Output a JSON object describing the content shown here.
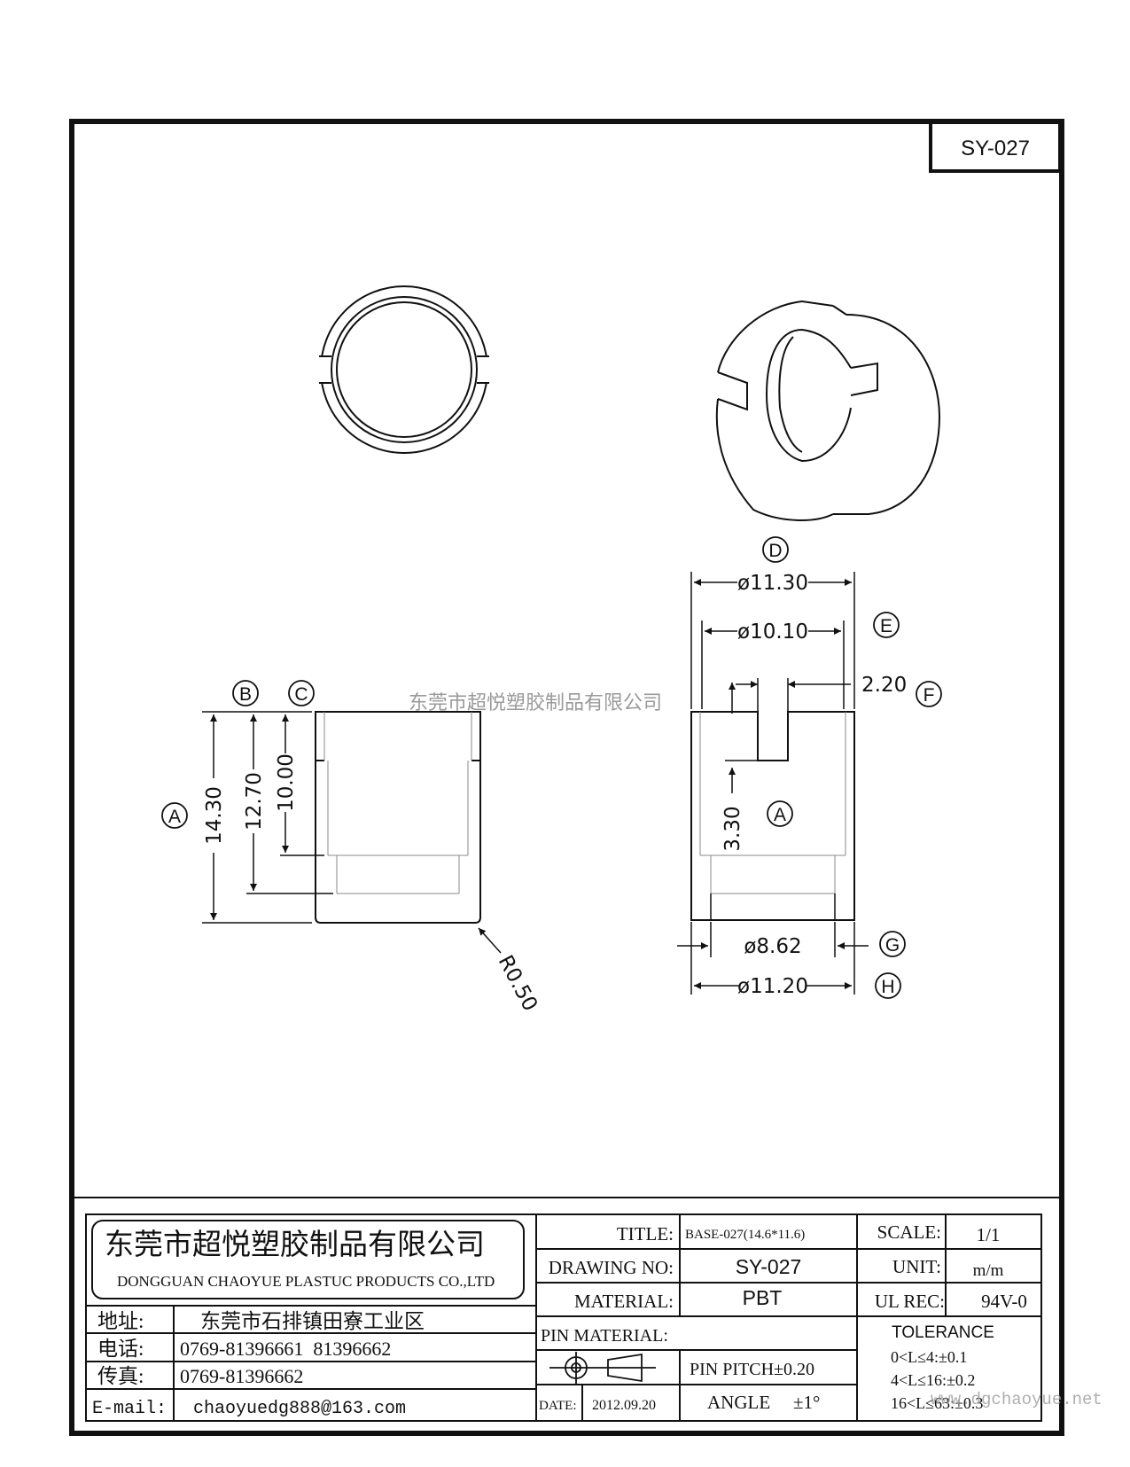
{
  "drawing_code": "SY-027",
  "watermark": "东莞市超悦塑胶制品有限公司",
  "web_watermark": "www.dgchaoyue.net",
  "labels": {
    "A": "A",
    "B": "B",
    "C": "C",
    "D": "D",
    "E": "E",
    "F": "F",
    "G": "G",
    "H": "H"
  },
  "dimensions": {
    "height_a": "14.30",
    "height_b": "12.70",
    "height_c": "10.00",
    "radius": "R0.50",
    "outer_top_d": "ø11.30",
    "inner_top_e": "ø10.10",
    "slot_f": "2.20",
    "slot_depth": "3.30",
    "inner_bottom_g": "ø8.62",
    "outer_bottom_h": "ø11.20"
  },
  "company": {
    "name_cn": "东莞市超悦塑胶制品有限公司",
    "name_en": "DONGGUAN CHAOYUE PLASTUC PRODUCTS CO.,LTD",
    "address_label": "地址:",
    "address": "东莞市石排镇田寮工业区",
    "phone_label": "电话:",
    "phone": "0769-81396661  81396662",
    "fax_label": "传真:",
    "fax": "0769-81396662",
    "email_label": "E-mail:",
    "email": "chaoyuedg888@163.com"
  },
  "title_block": {
    "title_label": "TITLE:",
    "title": "BASE-027(14.6*11.6)",
    "drawing_no_label": "DRAWING NO:",
    "drawing_no": "SY-027",
    "material_label": "MATERIAL:",
    "material": "PBT",
    "pin_material_label": "PIN MATERIAL:",
    "pin_material": "",
    "pin_pitch": "PIN PITCH±0.20",
    "date_label": "DATE:",
    "date": "2012.09.20",
    "angle_label": "ANGLE",
    "angle": "±1°",
    "scale_label": "SCALE:",
    "scale": "1/1",
    "unit_label": "UNIT:",
    "unit": "m/m",
    "ul_label": "UL REC:",
    "ul": "94V-0",
    "tolerance_label": "TOLERANCE",
    "tolerance_1": "0<L≤4:±0.1",
    "tolerance_2": "4<L≤16:±0.2",
    "tolerance_3": "16<L≤63:±0.3"
  }
}
